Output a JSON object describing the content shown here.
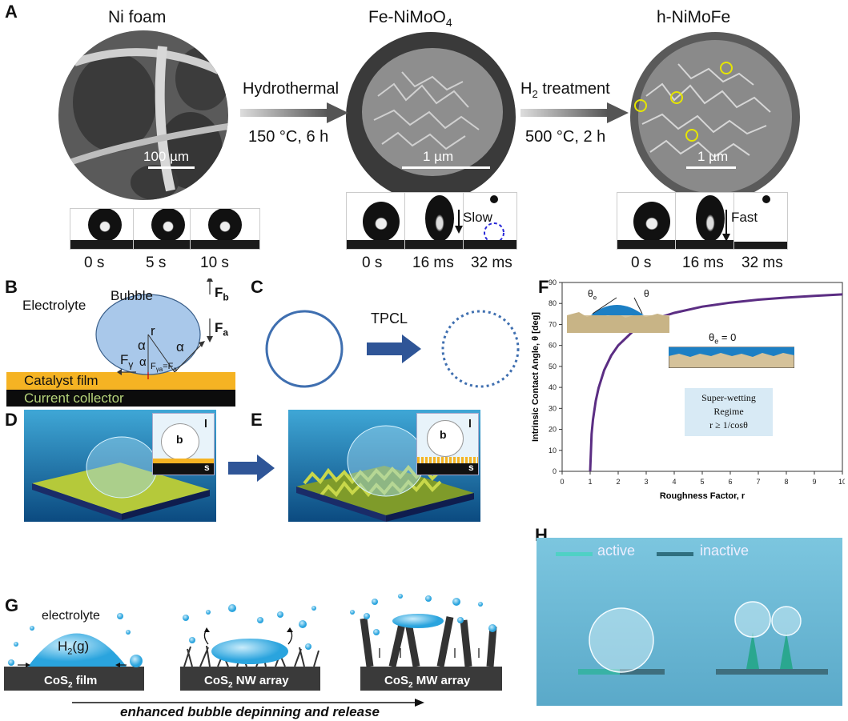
{
  "panelA": {
    "letter": "A",
    "titles": [
      "Ni foam",
      "Fe-NiMoO",
      "h-NiMoFe"
    ],
    "arrow1_top": "Hydrothermal",
    "arrow1_bottom": "150 °C, 6 h",
    "arrow2_top_pre": "H",
    "arrow2_top_sub": "2",
    "arrow2_top_post": " treatment",
    "arrow2_bottom": "500 °C, 2 h",
    "scale1": "100 µm",
    "scale2": "1 µm",
    "scale3": "1 µm",
    "times_ni": [
      "0 s",
      "5 s",
      "10 s"
    ],
    "times_fe": [
      "0 s",
      "16 ms",
      "32 ms"
    ],
    "times_h": [
      "0 s",
      "16 ms",
      "32 ms"
    ],
    "slow": "Slow",
    "fast": "Fast",
    "sub4": "4"
  },
  "panelB": {
    "letter": "B",
    "electrolyte": "Electrolyte",
    "bubble": "Bubble",
    "r": "r",
    "alpha": "α",
    "fb": "F",
    "fb_sub": "b",
    "fa": "F",
    "fa_sub": "a",
    "fgamma": "F",
    "fgamma_sub": "γ",
    "fya": "F",
    "fya_sub": "γa",
    "fya_eq": "=F",
    "fya_eq_sub": "a",
    "catalyst": "Catalyst film",
    "collector": "Current collector"
  },
  "panelC": {
    "letter": "C",
    "tpcl": "TPCL"
  },
  "panelD": {
    "letter": "D",
    "b": "b",
    "l": "l",
    "s": "s"
  },
  "panelE": {
    "letter": "E",
    "b": "b",
    "l": "l",
    "s": "s"
  },
  "panelF": {
    "letter": "F",
    "theta_e": "θ",
    "theta_e_sub": "e",
    "theta": "θ",
    "theta_e0": "θ",
    "theta_e0_sub": "e",
    "theta_e0_rest": " = 0",
    "regime1": "Super-wetting",
    "regime2": "Regime",
    "regime3": "r ≥ 1/cosθ"
  },
  "panelG": {
    "letter": "G",
    "electrolyte": "electrolyte",
    "h2": "H",
    "h2_sub": "2",
    "h2_rest": "(g)",
    "film": "CoS",
    "film_rest": " film",
    "nw": "CoS",
    "nw_rest": " NW array",
    "mw": "CoS",
    "mw_rest": " MW array",
    "sub2": "2",
    "caption": "enhanced bubble depinning and release"
  },
  "panelH": {
    "letter": "H",
    "active": "active",
    "inactive": "inactive"
  },
  "colors": {
    "catalyst": "#f5b323",
    "bubble": "#a9c8ea",
    "arrow_blue": "#2f5597",
    "curve": "#5b2d83",
    "sky": "#5fb3d3"
  },
  "chart_data": {
    "type": "line",
    "xlabel": "Roughness Factor, r",
    "ylabel": "Intrinsic Contact Angle, θ [deg]",
    "xlim": [
      0,
      10
    ],
    "ylim": [
      0,
      90
    ],
    "x_ticks": [
      "0",
      "1",
      "2",
      "3",
      "4",
      "5",
      "6",
      "7",
      "8",
      "9",
      "10"
    ],
    "y_ticks": [
      "0",
      "10",
      "20",
      "30",
      "40",
      "50",
      "60",
      "70",
      "80",
      "90"
    ],
    "grid": false,
    "series": [
      {
        "x": [
          1,
          1.05,
          1.1,
          1.2,
          1.3,
          1.5,
          1.75,
          2,
          2.5,
          3,
          3.5,
          4,
          5,
          6,
          7,
          8,
          9,
          10
        ],
        "y": [
          0,
          17.8,
          24.6,
          33.6,
          39.7,
          48.2,
          55.2,
          60,
          66.4,
          70.5,
          73.4,
          75.5,
          78.5,
          80.4,
          81.8,
          82.8,
          83.6,
          84.3
        ]
      }
    ]
  }
}
